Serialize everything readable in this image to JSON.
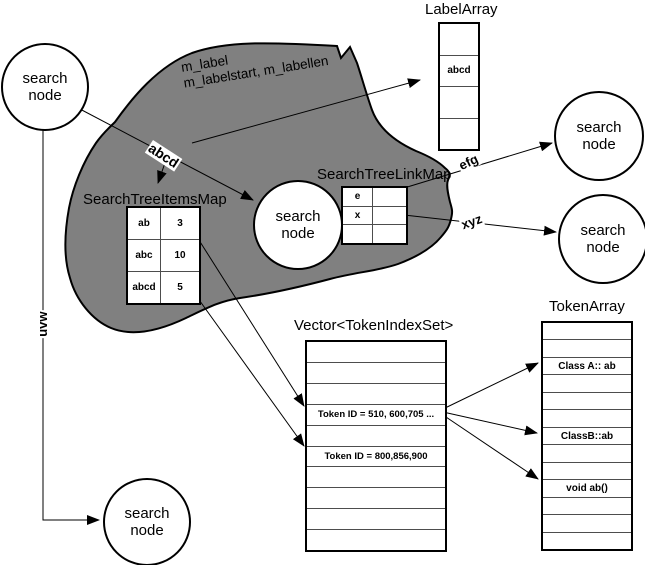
{
  "colors": {
    "blob_fill": "#808080",
    "stroke": "#000000"
  },
  "circles": [
    {
      "id": "top-left",
      "label": "search node"
    },
    {
      "id": "blob-center",
      "label": "search node"
    },
    {
      "id": "right-top",
      "label": "search node"
    },
    {
      "id": "right-middle",
      "label": "search node"
    },
    {
      "id": "bottom",
      "label": "search node"
    }
  ],
  "edge_labels": {
    "abcd": "abcd",
    "efg": "efg",
    "xyz": "xyz",
    "uvw": "uvw",
    "m_label_line1": "m_label",
    "m_label_line2": "m_labelstart, m_labellen"
  },
  "items_map": {
    "title": "SearchTreeItemsMap",
    "rows": [
      [
        "ab",
        "3"
      ],
      [
        "abc",
        "10"
      ],
      [
        "abcd",
        "5"
      ]
    ]
  },
  "link_map": {
    "title": "SearchTreeLinkMap",
    "rows": [
      [
        "e",
        ""
      ],
      [
        "x",
        ""
      ],
      [
        "",
        ""
      ]
    ]
  },
  "label_array": {
    "title": "LabelArray",
    "cells": [
      "",
      "abcd",
      "",
      ""
    ]
  },
  "vector": {
    "title": "Vector<TokenIndexSet>",
    "cells": [
      "",
      "",
      "",
      "Token ID = 510, 600,705 ...",
      "",
      "Token ID = 800,856,900",
      "",
      "",
      "",
      ""
    ]
  },
  "token_array": {
    "title": "TokenArray",
    "cells": [
      "",
      "",
      "Class A:: ab",
      "",
      "",
      "",
      "ClassB::ab",
      "",
      "",
      "void ab()",
      "",
      "",
      ""
    ]
  }
}
